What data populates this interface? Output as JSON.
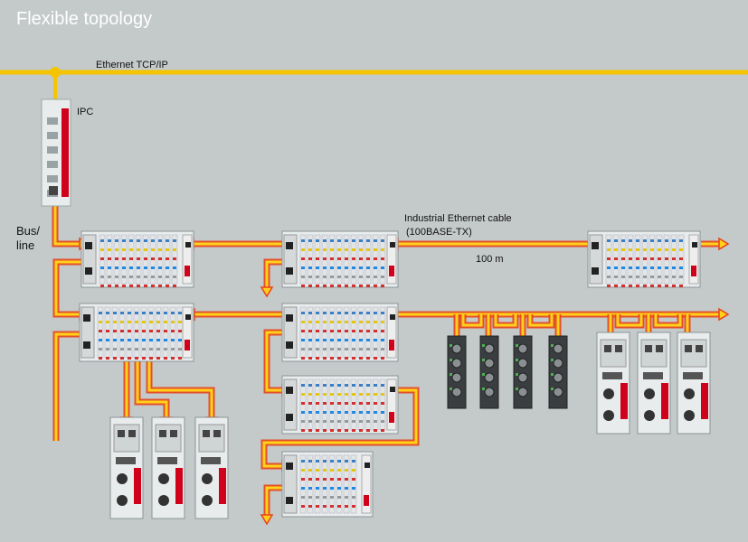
{
  "title": "Flexible topology",
  "labels": {
    "ethernet": "Ethernet TCP/IP",
    "ipc": "IPC",
    "bus_line": "Bus/\nline",
    "cable_1": "Industrial Ethernet cable",
    "cable_2": "(100BASE-TX)",
    "distance": "100 m"
  },
  "colors": {
    "background": "#c4c9ca",
    "ethernet_line": "#f5c400",
    "cable_core": "#ffd21a",
    "cable_glow": "#e8421a",
    "device_body": "#e8ecec",
    "accent_red": "#d0021b",
    "title_text": "#ffffff"
  },
  "devices": {
    "ipc": "IPC",
    "bus_couplers": 7,
    "box_modules": 4,
    "servo_drives_bottom": 3,
    "servo_drives_right": 3
  }
}
